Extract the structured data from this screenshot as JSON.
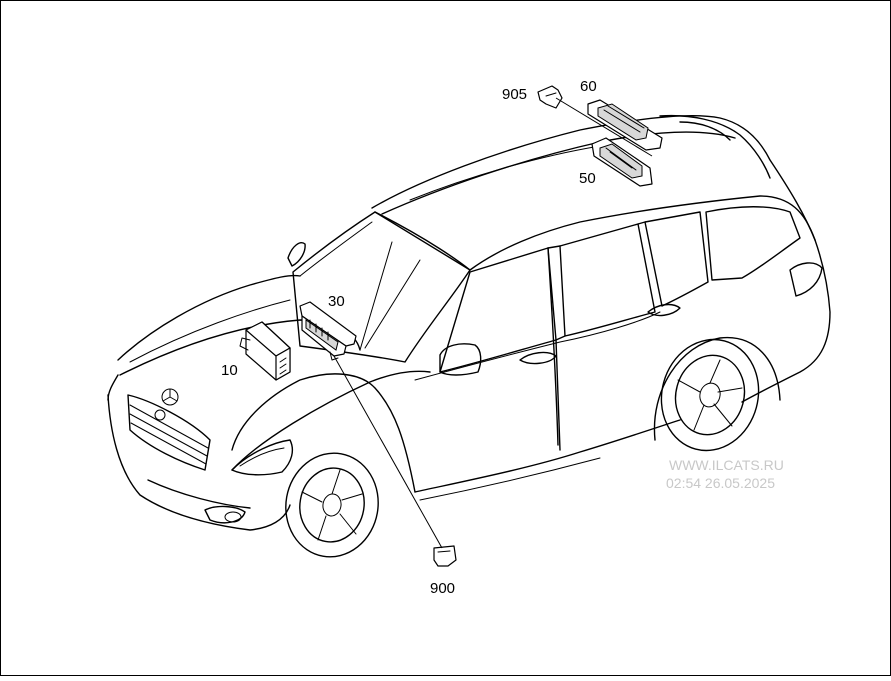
{
  "callouts": {
    "c905": "905",
    "c60": "60",
    "c50": "50",
    "c30": "30",
    "c10": "10",
    "c900": "900"
  },
  "watermark": {
    "line1": "WWW.ILCATS.RU",
    "line2": "02:54 26.05.2025"
  }
}
